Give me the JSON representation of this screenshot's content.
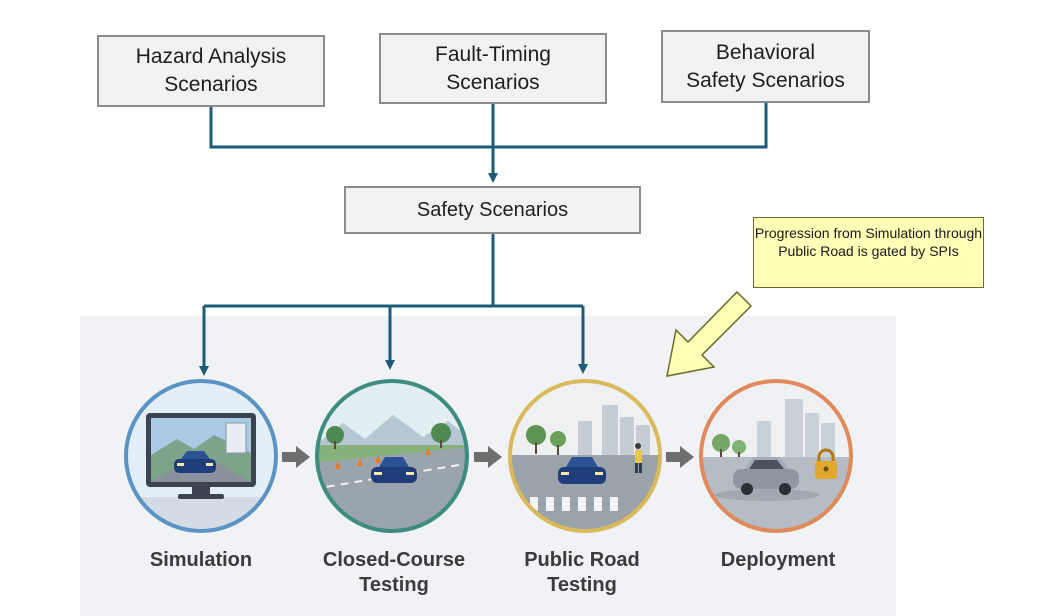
{
  "source_boxes": [
    {
      "id": "hazard",
      "label": "Hazard Analysis\nScenarios"
    },
    {
      "id": "fault",
      "label": "Fault-Timing\nScenarios"
    },
    {
      "id": "behavioral",
      "label": "Behavioral\nSafety Scenarios"
    }
  ],
  "merge_box": {
    "label": "Safety Scenarios"
  },
  "note": {
    "text": "Progression from Simulation through Public Road is gated by SPIs"
  },
  "stages": [
    {
      "id": "simulation",
      "label": "Simulation",
      "ring_color": "#5b93c4",
      "icon": "monitor-car-icon"
    },
    {
      "id": "closed-course",
      "label": "Closed-Course\nTesting",
      "ring_color": "#3d8c7d",
      "icon": "track-car-icon"
    },
    {
      "id": "public-road",
      "label": "Public Road\nTesting",
      "ring_color": "#d9b95a",
      "icon": "city-road-car-icon"
    },
    {
      "id": "deployment",
      "label": "Deployment",
      "ring_color": "#e0895a",
      "icon": "locked-car-icon"
    }
  ],
  "colors": {
    "connector": "#1d5b79",
    "stage_arrow": "#6e6e6e",
    "note_arrow_fill": "#ffffb7"
  }
}
